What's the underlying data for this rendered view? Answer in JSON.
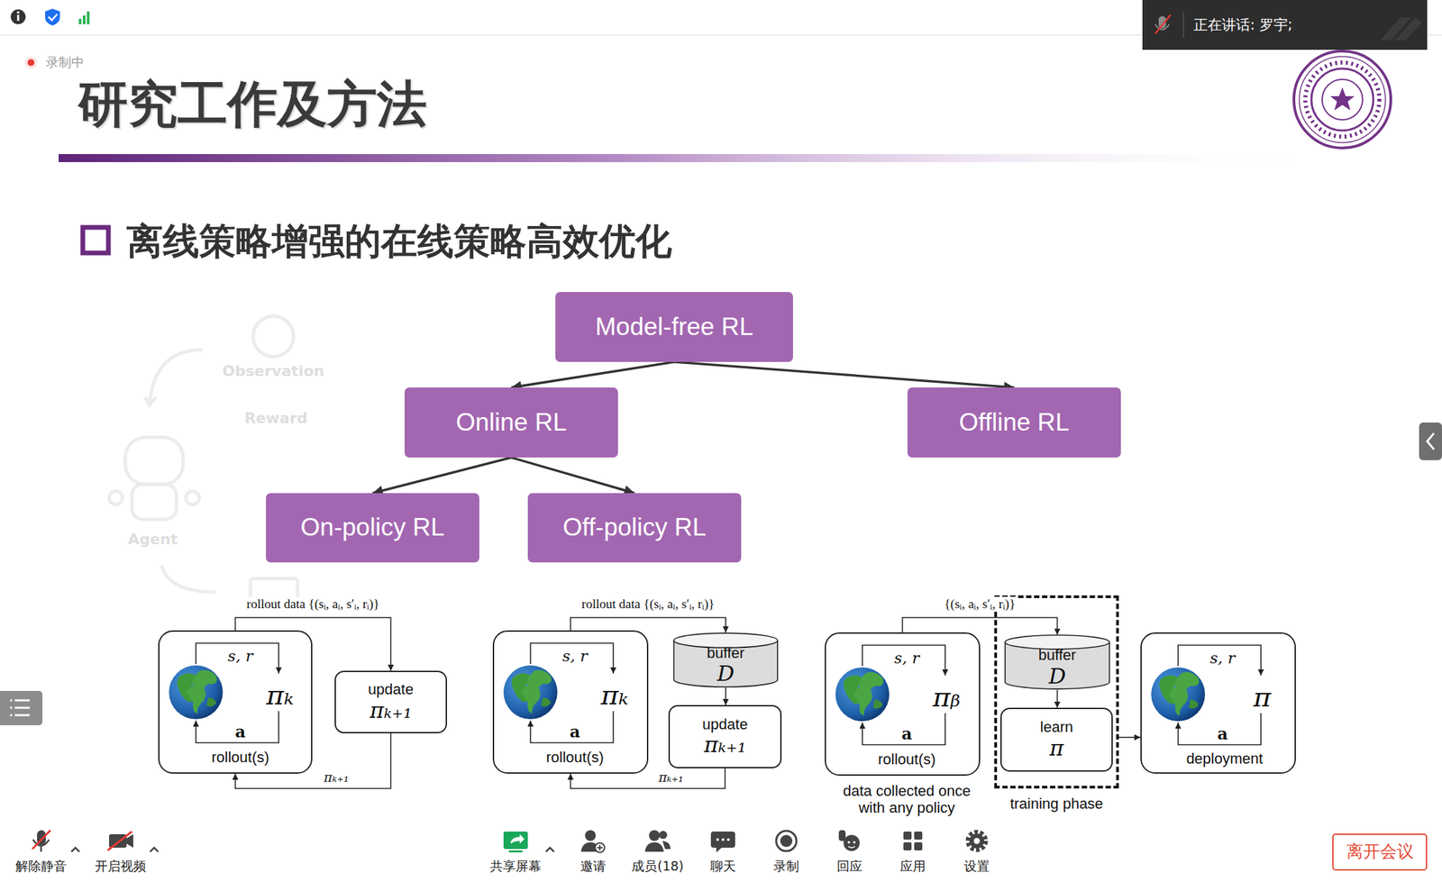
{
  "diagram": {
    "title": "研究工作及方法",
    "nodes": [
      {
        "text": [
          "正在讲话:  罗宇;"
        ]
      },
      {
        "text": [
          "Model-free RL"
        ]
      },
      {
        "text": [
          "Online RL"
        ]
      },
      {
        "text": [
          "Offline RL"
        ]
      },
      {
        "text": [
          "On-policy RL"
        ]
      },
      {
        "text": [
          "Off-policy RL"
        ]
      },
      {
        "text": [
          "s, r",
          "πₖ",
          "a",
          "rollout(s)"
        ]
      },
      {
        "text": [
          "update",
          "πₖ₊₁"
        ]
      },
      {
        "text": [
          "s, r",
          "πₖ",
          "a",
          "rollout(s)"
        ]
      },
      {
        "text": [
          "buffer",
          "D"
        ]
      },
      {
        "text": [
          "update",
          "πₖ₊₁"
        ]
      },
      {
        "text": [
          "s, r",
          "πᵦ",
          "a",
          "rollout(s)",
          "data collected once with any policy"
        ]
      },
      {
        "text": [
          "training phase"
        ]
      },
      {
        "text": [
          "buffer",
          "D"
        ],
        "in": 12
      },
      {
        "text": [
          "learn",
          "π"
        ],
        "in": 12
      },
      {
        "text": [
          "s, r",
          "π",
          "a",
          "deployment"
        ]
      },
      {
        "text": [
          "离开会议"
        ]
      }
    ],
    "edges": [
      {
        "from": 1,
        "to": 2,
        "arrow": "to"
      },
      {
        "from": 1,
        "to": 3,
        "arrow": "to"
      },
      {
        "from": 2,
        "to": 4,
        "arrow": "to"
      },
      {
        "from": 2,
        "to": 5,
        "arrow": "to"
      },
      {
        "from": 6,
        "to": 7,
        "label": "rollout data {(sᵢ, aᵢ, s′ᵢ, rᵢ)}",
        "arrow": "to"
      },
      {
        "from": 7,
        "to": 6,
        "label": "πₖ₊₁",
        "arrow": "to"
      },
      {
        "from": 8,
        "to": 9,
        "label": "rollout data {(sᵢ, aᵢ, s′ᵢ, rᵢ)}",
        "arrow": "to"
      },
      {
        "from": 9,
        "to": 10,
        "arrow": "to"
      },
      {
        "from": 10,
        "to": 8,
        "label": "πₖ₊₁",
        "arrow": "to"
      },
      {
        "from": 11,
        "to": 13,
        "label": "{(sᵢ, aᵢ, s′ᵢ, rᵢ)}",
        "arrow": "to"
      },
      {
        "from": 13,
        "to": 14,
        "arrow": "to"
      },
      {
        "from": 12,
        "to": 15,
        "arrow": "to"
      }
    ],
    "labels": [
      "录制中",
      "离线策略增强的在线策略高效优化",
      "Observation",
      "Reward",
      "Agent",
      "解除静音",
      "开启视频",
      "共享屏幕",
      "邀请",
      "成员(18)",
      "聊天",
      "录制",
      "回应",
      "应用",
      "设置"
    ]
  }
}
